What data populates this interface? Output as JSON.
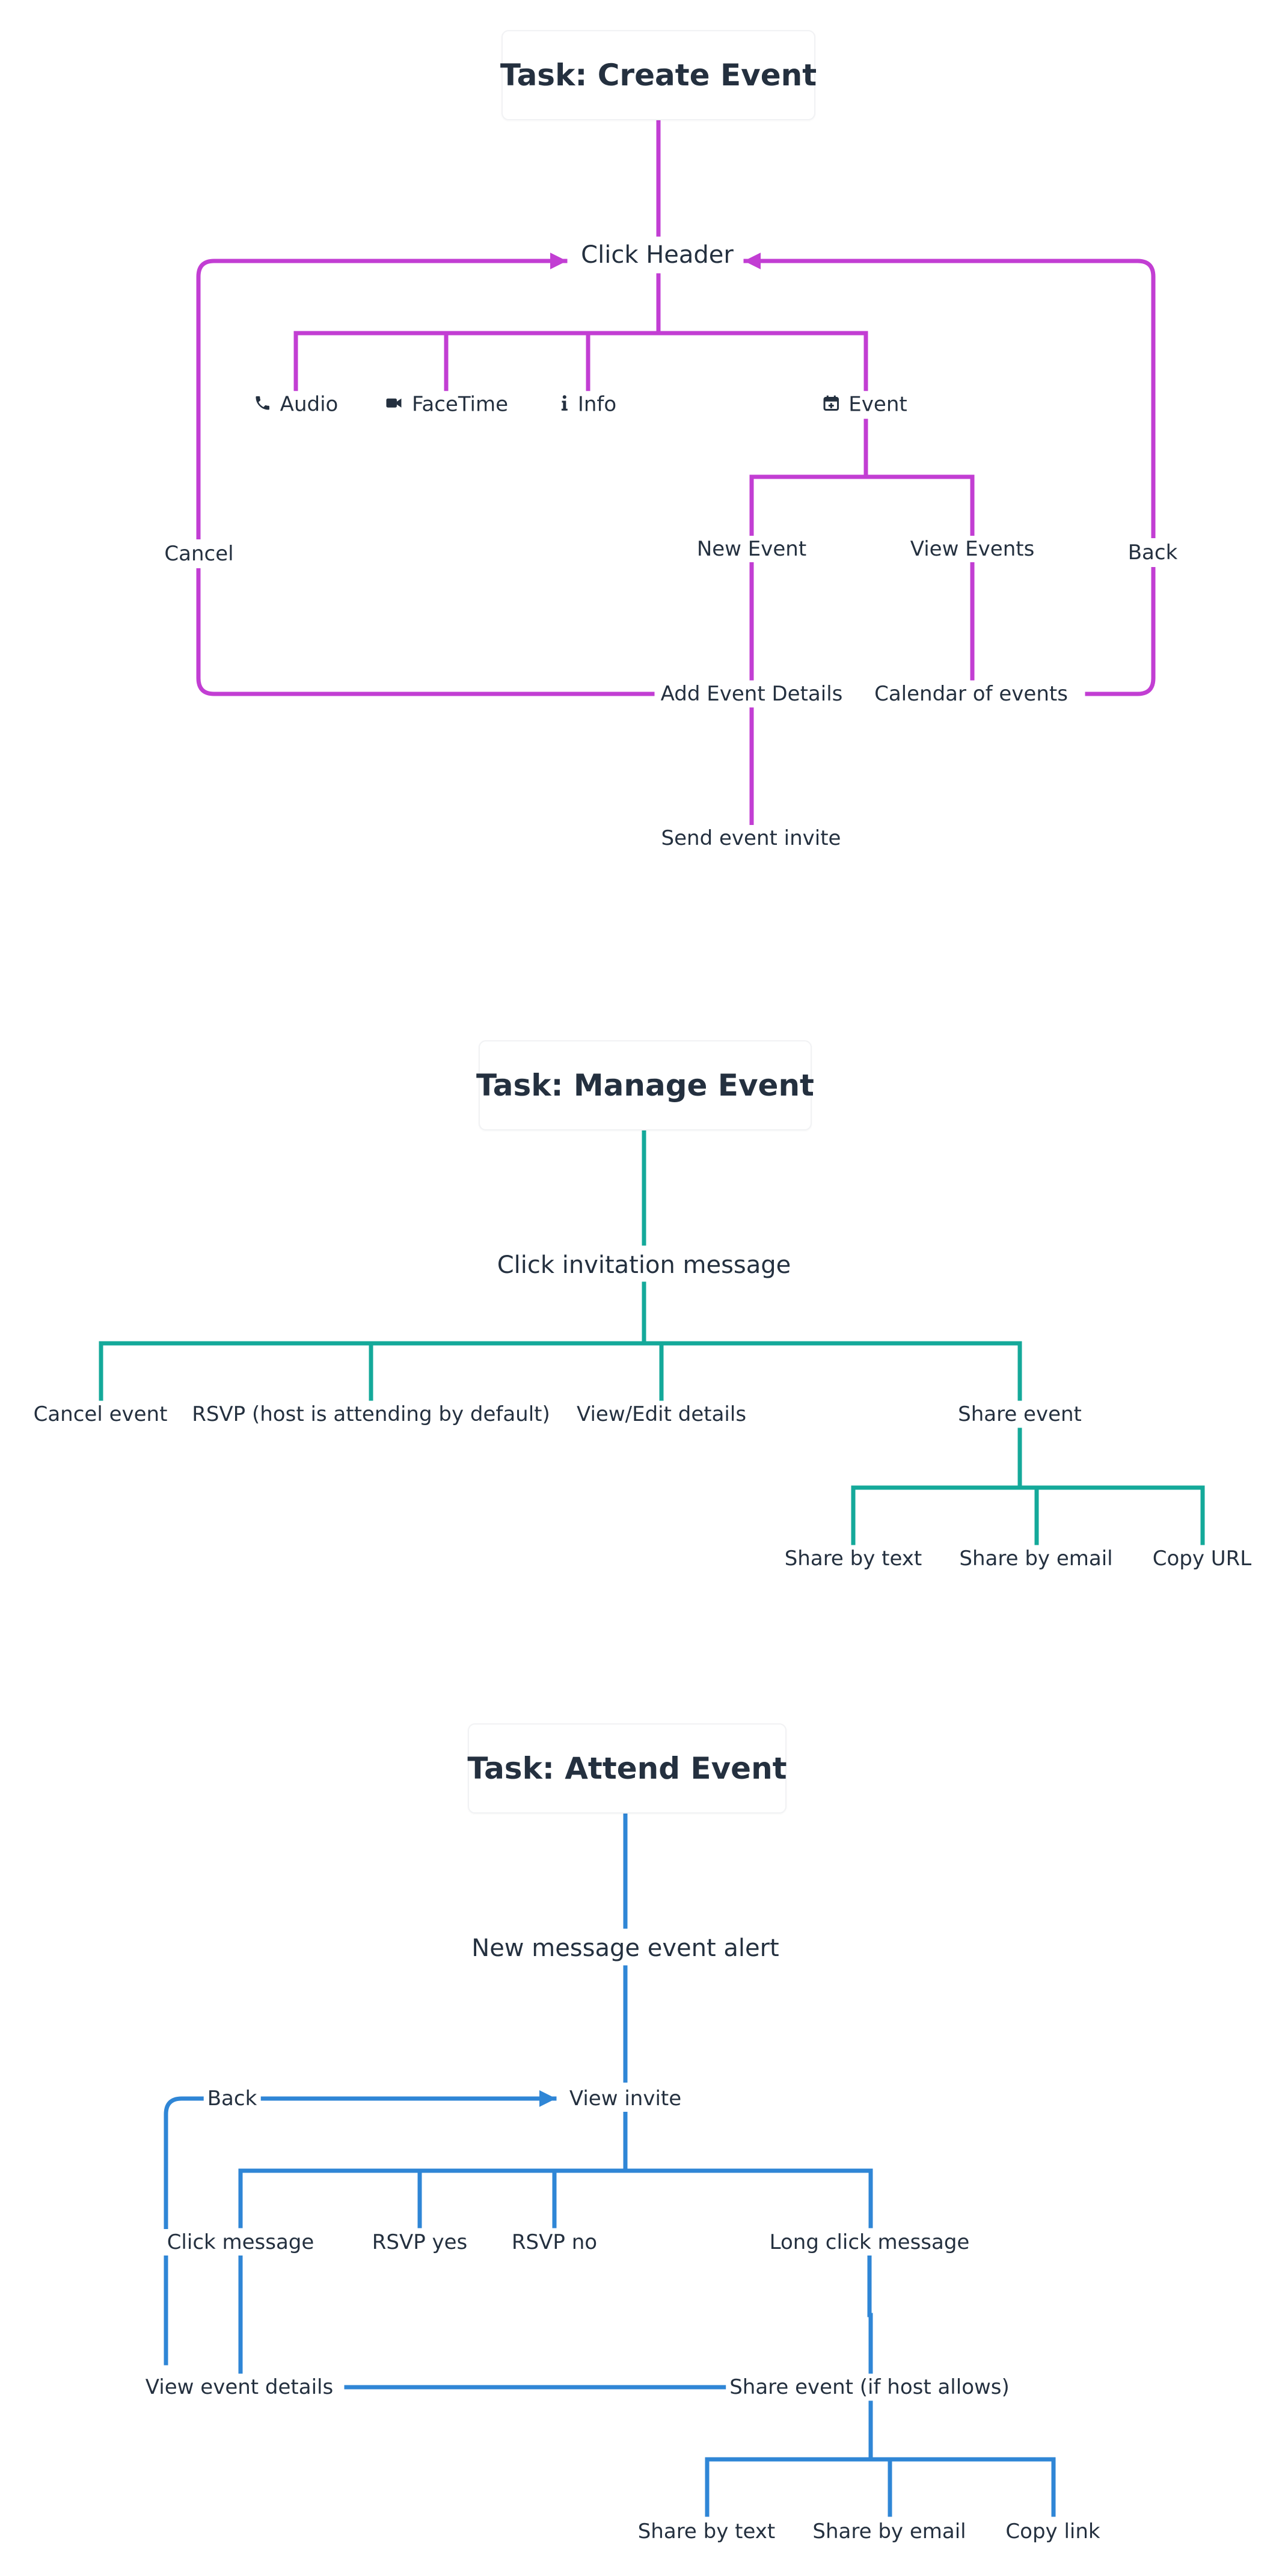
{
  "colors": {
    "create": "#c23ed3",
    "manage": "#14a99a",
    "attend": "#2f86d6",
    "text": "#24303f"
  },
  "create": {
    "title": "Task: Create Event",
    "click_header": "Click Header",
    "audio": "Audio",
    "facetime": "FaceTime",
    "info": "Info",
    "event": "Event",
    "new_event": "New Event",
    "view_events": "View Events",
    "cancel": "Cancel",
    "back": "Back",
    "add_details": "Add Event Details",
    "calendar": "Calendar of events",
    "send_invite": "Send event invite",
    "icons": [
      "phone-icon",
      "video-camera-icon",
      "info-icon",
      "calendar-add-icon"
    ]
  },
  "manage": {
    "title": "Task: Manage Event",
    "click_message": "Click invitation message",
    "cancel_event": "Cancel event",
    "rsvp": "RSVP (host is attending by default)",
    "view_edit": "View/Edit details",
    "share_event": "Share event",
    "share_text": "Share by text",
    "share_email": "Share by email",
    "copy_url": "Copy URL"
  },
  "attend": {
    "title": "Task: Attend Event",
    "alert": "New message event alert",
    "view_invite": "View invite",
    "back": "Back",
    "click_message": "Click message",
    "rsvp_yes": "RSVP yes",
    "rsvp_no": "RSVP no",
    "long_click": "Long click message",
    "view_details": "View event details",
    "share_event": "Share event (if host allows)",
    "share_text": "Share by text",
    "share_email": "Share by email",
    "copy_link": "Copy link"
  }
}
